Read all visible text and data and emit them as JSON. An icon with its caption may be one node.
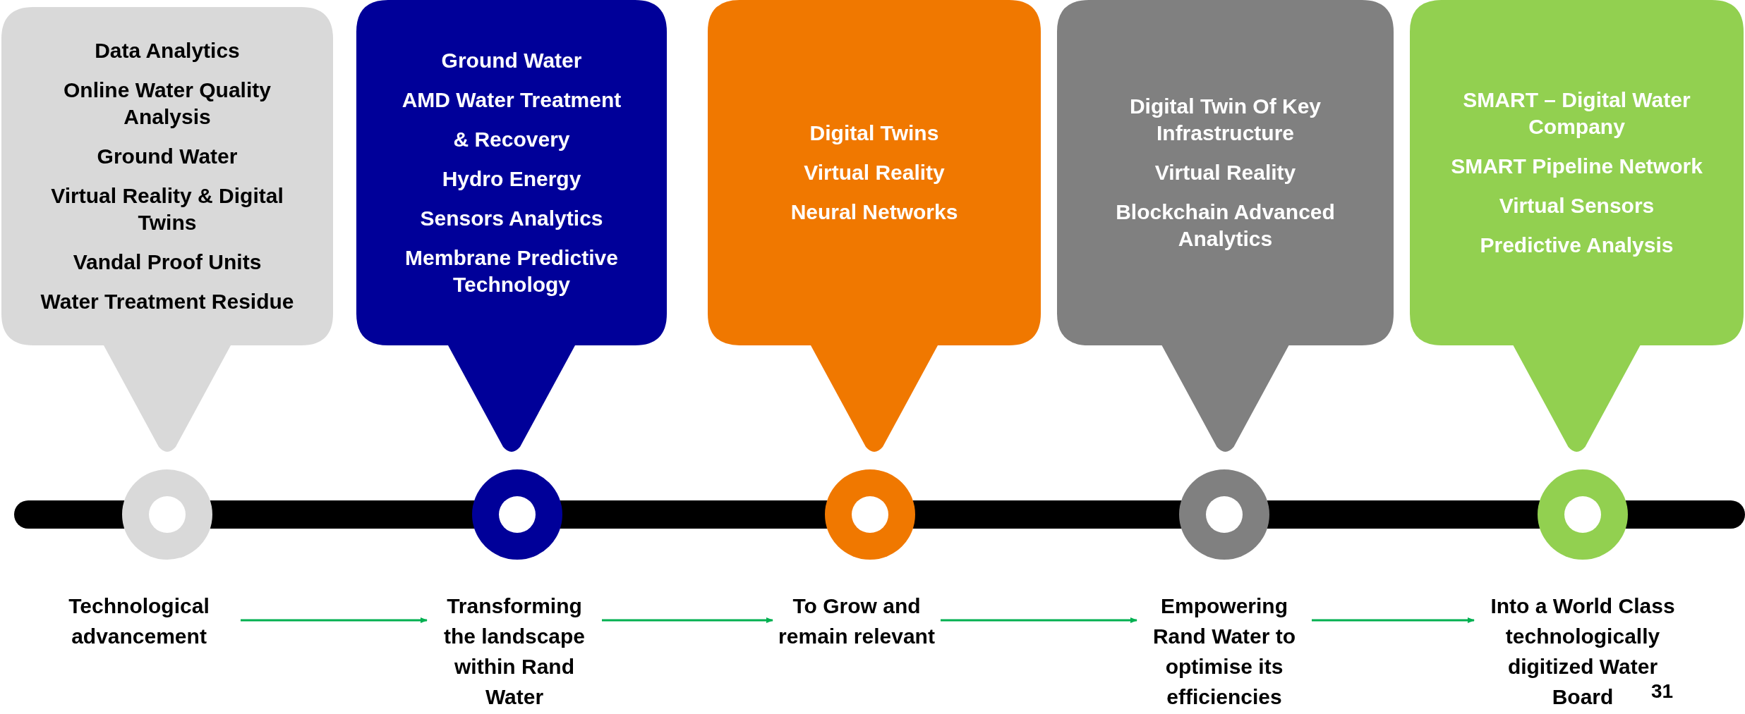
{
  "diagram": {
    "nodes": [
      {
        "text": [
          "Data Analytics",
          "Online Water Quality Analysis",
          "Ground Water",
          "Virtual Reality & Digital Twins",
          "Vandal Proof Units",
          "Water Treatment Residue"
        ]
      },
      {
        "text": [
          "Ground Water",
          "AMD Water Treatment",
          "& Recovery",
          "Hydro Energy",
          "Sensors Analytics",
          "Membrane Predictive Technology"
        ]
      },
      {
        "text": [
          "Digital Twins",
          "Virtual Reality",
          "Neural Networks"
        ]
      },
      {
        "text": [
          "Digital Twin Of Key Infrastructure",
          "Virtual Reality",
          "Blockchain Advanced Analytics"
        ]
      },
      {
        "text": [
          "SMART – Digital Water Company",
          "SMART Pipeline Network",
          "Virtual Sensors",
          "Predictive Analysis"
        ]
      },
      {
        "text": [
          "Technological advancement"
        ]
      },
      {
        "text": [
          "Transforming the landscape within Rand Water"
        ]
      },
      {
        "text": [
          "To Grow and remain relevant"
        ]
      },
      {
        "text": [
          "Empowering Rand Water to optimise its efficiencies"
        ]
      },
      {
        "text": [
          "Into a World Class technologically digitized Water Board"
        ]
      }
    ],
    "edges": [
      {
        "from": 5,
        "to": 6,
        "arrow": "to"
      },
      {
        "from": 6,
        "to": 7,
        "arrow": "to"
      },
      {
        "from": 7,
        "to": 8,
        "arrow": "to"
      },
      {
        "from": 8,
        "to": 9,
        "arrow": "to"
      }
    ],
    "labels": [
      "31"
    ]
  }
}
